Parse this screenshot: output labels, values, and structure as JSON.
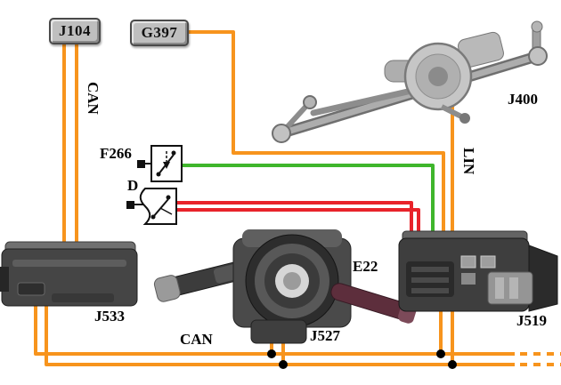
{
  "colors": {
    "orange": "#F7941D",
    "green": "#3FB62C",
    "red": "#E8232A"
  },
  "components": {
    "j104": {
      "label": "J104"
    },
    "g397": {
      "label": "G397"
    },
    "j400": {
      "label": "J400"
    },
    "f266": {
      "label": "F266"
    },
    "d": {
      "label": "D"
    },
    "j533": {
      "label": "J533"
    },
    "e22": {
      "label": "E22"
    },
    "j527": {
      "label": "J527"
    },
    "j519": {
      "label": "J519"
    }
  },
  "bus_labels": {
    "can_left": "CAN",
    "can_bottom": "CAN",
    "lin": "LIN"
  }
}
